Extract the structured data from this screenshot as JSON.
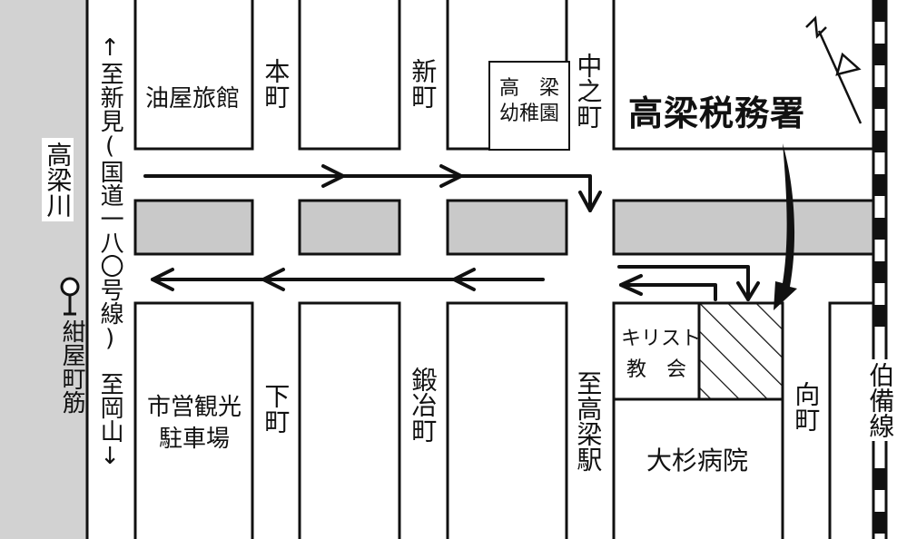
{
  "colors": {
    "river": "#d2d2d2",
    "road_median": "#c9c9c9",
    "ink": "#111111",
    "background": "#ffffff"
  },
  "icons": {
    "north": "north-arrow-icon",
    "route": "route-arrow-icon",
    "target": "target-pointer-icon",
    "railway": "railway-track-icon",
    "bus_stop": "bus-stop-icon"
  },
  "labels": {
    "river": "高梁川",
    "to_niimi": "↑至新見(国道一八〇号線)",
    "to_okayama": "至岡山↓",
    "konya_machi_suji": "紺屋町筋",
    "aburaya_ryokan": "油屋旅館",
    "honmachi": "本町",
    "shinmachi": "新町",
    "kindergarten_line1": "高　梁",
    "kindergarten_line2": "幼稚園",
    "nakanomachi": "中之町",
    "tax_office": "高梁税務署",
    "parking_line1": "市営観光",
    "parking_line2": "駐車場",
    "shimomachi": "下町",
    "kajimachi": "鍛冶町",
    "to_station": "至高梁駅",
    "church_line1": "キリスト",
    "church_line2": "教　会",
    "hospital": "大杉病院",
    "mukaimachi": "向町",
    "hakubi_line": "伯備線"
  }
}
